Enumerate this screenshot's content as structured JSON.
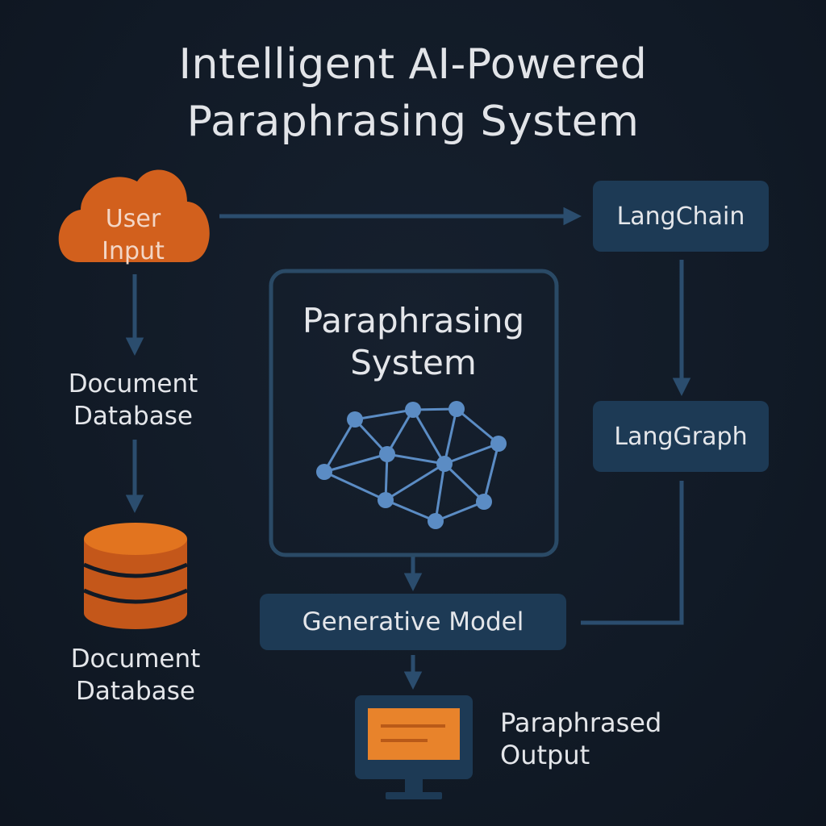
{
  "title": {
    "line1": "Intelligent AI-Powered",
    "line2": "Paraphrasing System"
  },
  "nodes": {
    "user_input": {
      "line1": "User",
      "line2": "Input"
    },
    "document_database_top": {
      "line1": "Document",
      "line2": "Database"
    },
    "document_database_bottom": {
      "line1": "Document",
      "line2": "Database"
    },
    "paraphrasing_system": {
      "line1": "Paraphrasing",
      "line2": "System"
    },
    "langchain": "LangChain",
    "langgraph": "LangGraph",
    "generative_model": "Generative Model",
    "paraphrased_output": {
      "line1": "Paraphrased",
      "line2": "Output"
    }
  },
  "icons": [
    "cloud-icon",
    "database-icon",
    "neural-network-icon",
    "monitor-icon"
  ],
  "colors": {
    "background": "#111a26",
    "box_fill": "#1d3a55",
    "box_stroke": "#2a4a66",
    "connector": "#2b4d6e",
    "accent_orange": "#d2601d",
    "network": "#5b8cc4",
    "text": "#e4e6ea"
  }
}
